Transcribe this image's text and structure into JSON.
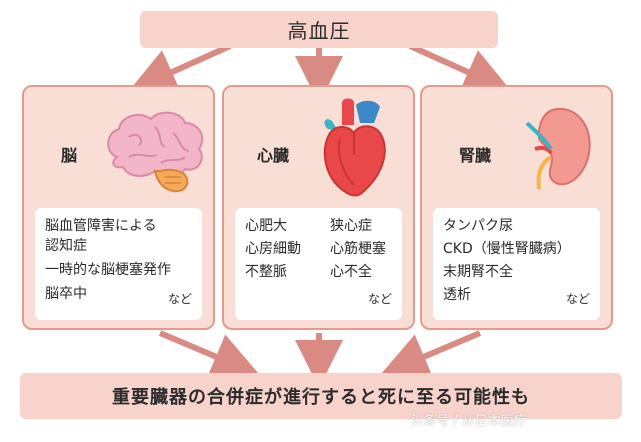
{
  "top": {
    "label": "高血圧"
  },
  "panels": [
    {
      "title": "脳",
      "icon": "brain-icon",
      "items": [
        "脳血管障害による",
        "認知症",
        "一時的な脳梗塞発作",
        "脳卒中"
      ],
      "etc": "など"
    },
    {
      "title": "心臓",
      "icon": "heart-icon",
      "items": [
        "心肥大",
        "狭心症",
        "心房細動",
        "心筋梗塞",
        "不整脈",
        "心不全"
      ],
      "etc": "など"
    },
    {
      "title": "腎臓",
      "icon": "kidney-icon",
      "items": [
        "タンパク尿",
        "CKD（慢性腎臓病）",
        "末期腎不全",
        "透析"
      ],
      "etc": "など"
    }
  ],
  "bottom": {
    "label": "重要臓器の合併症が進行すると死に至る可能性も"
  },
  "watermark": "头条号 / 从日本医疗",
  "colors": {
    "box_fill": "#f7d3cc",
    "panel_fill": "#f8ded5",
    "panel_border": "#e39b8e",
    "arrow": "#d98b83"
  }
}
